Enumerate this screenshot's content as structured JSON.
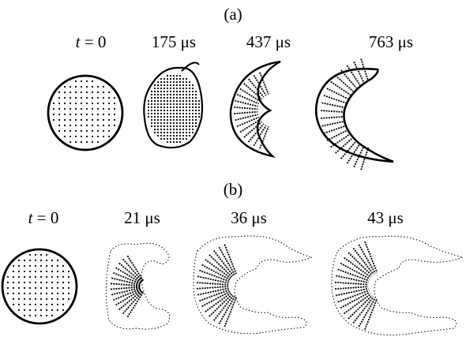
{
  "panel_a": {
    "label": "(a)",
    "times": [
      {
        "var": "t",
        "text": " = 0"
      },
      {
        "var": "",
        "text": "175 μs"
      },
      {
        "var": "",
        "text": "437 μs"
      },
      {
        "var": "",
        "text": "763 μs"
      }
    ]
  },
  "panel_b": {
    "label": "(b)",
    "times": [
      {
        "var": "t",
        "text": " = 0"
      },
      {
        "var": "",
        "text": "21 μs"
      },
      {
        "var": "",
        "text": "36 μs"
      },
      {
        "var": "",
        "text": "43 μs"
      }
    ]
  },
  "colors": {
    "ink": "#000000",
    "background": "#ffffff"
  }
}
